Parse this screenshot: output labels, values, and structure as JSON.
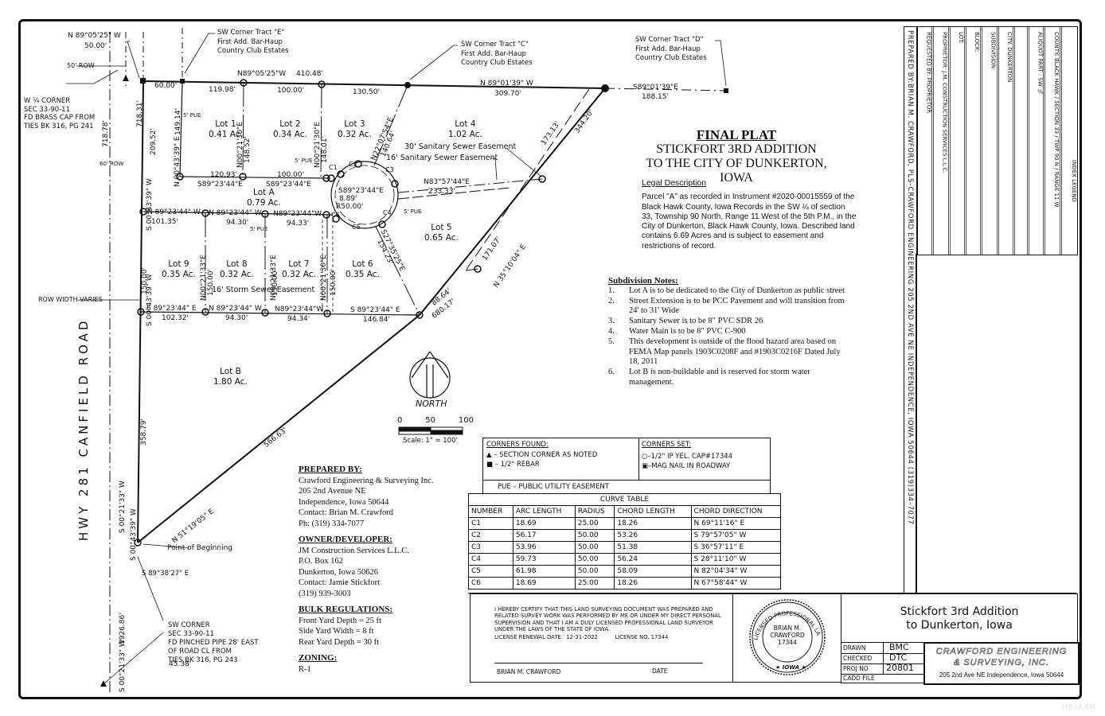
{
  "plat": {
    "title": "FINAL PLAT",
    "subtitle_1": "STICKFORT 3RD ADDITION",
    "subtitle_2": "TO THE CITY OF DUNKERTON, IOWA"
  },
  "legal_description": {
    "heading": "Legal Description",
    "text": "Parcel \"A\" as recorded in Instrument #2020-00015559 of the Black Hawk County, Iowa Records in the SW ¼ of section 33, Township 90 North, Range 11 West of the 5th P.M., in the City of Dunkerton, Black Hawk County, Iowa.  Described land contains 6.69 Acres and is subject to easement and restrictions of record."
  },
  "subdivision_notes": {
    "heading": "Subdivision Notes:",
    "items": [
      {
        "num": "1.",
        "text": "Lot A is to be dedicated to the City of Dunkerton as public street"
      },
      {
        "num": "2.",
        "text": "Street Extension is to be PCC Pavement and will transition from 24' to 31' Wide"
      },
      {
        "num": "3.",
        "text": "Sanitary Sewer is to be 8\" PVC SDR 26"
      },
      {
        "num": "4.",
        "text": "Water Main is to be 8\" PVC C-900"
      },
      {
        "num": "5.",
        "text": "This development is outside of the flood hazard area based on FEMA Map panels 1903C0208F and #1903C0216F Dated July 18, 2011"
      },
      {
        "num": "6.",
        "text": "Lot B is non-buildable and is reserved for storm water management."
      }
    ]
  },
  "prepared_by": {
    "heading": "PREPARED BY:",
    "lines": [
      "Crawford Engineering & Surveying Inc.",
      "205 2nd Avenue NE",
      "Independence, Iowa 50644",
      "Contact: Brian M. Crawford",
      "Ph: (319) 334-7077"
    ]
  },
  "owner_developer": {
    "heading": "OWNER/DEVELOPER:",
    "lines": [
      "JM Construction Services L.L.C.",
      "P.O. Box 162",
      "Dunkerton, Iowa 50626",
      "Contact: Jamie Stickfort",
      "(319) 939-3003"
    ]
  },
  "bulk_regulations": {
    "heading": "BULK REGULATIONS:",
    "lines": [
      "Front Yard Depth = 25 ft",
      "Side Yard Width = 8 ft",
      "Rear Yard Depth = 30 ft"
    ]
  },
  "zoning": {
    "heading": "ZONING:",
    "value": "R-1"
  },
  "legend": {
    "corners_found_heading": "CORNERS FOUND:",
    "corners_found": [
      "– SECTION CORNER AS NOTED",
      "– 1/2\" REBAR"
    ],
    "corners_set_heading": "CORNERS SET:",
    "corners_set": [
      "–1/2\" IP YEL. CAP#17344",
      "–MAG NAIL IN ROADWAY"
    ],
    "pue": "PUE – PUBLIC UTILITY EASEMENT"
  },
  "curve_table": {
    "title": "CURVE TABLE",
    "headers": [
      "NUMBER",
      "ARC LENGTH",
      "RADIUS",
      "CHORD LENGTH",
      "CHORD DIRECTION"
    ],
    "rows": [
      [
        "C1",
        "18.69",
        "25.00",
        "18.26",
        "N 69°11'16\" E"
      ],
      [
        "C2",
        "56.17",
        "50.00",
        "53.26",
        "S 79°57'05\" W"
      ],
      [
        "C3",
        "53.96",
        "50.00",
        "51.38",
        "S 36°57'11\" E"
      ],
      [
        "C4",
        "59.73",
        "50.00",
        "56.24",
        "S 28°11'10\" W"
      ],
      [
        "C5",
        "61.98",
        "50.00",
        "58.09",
        "N 82°04'34\" W"
      ],
      [
        "C6",
        "18.69",
        "25.00",
        "18.26",
        "N 67°58'44\" W"
      ]
    ]
  },
  "certification": {
    "text": "I HEREBY CERTIFY THAT THIS LAND SURVEYING DOCUMENT WAS PREPARED AND RELATED SURVEY WORK WAS PERFORMED BY ME OR UNDER MY DIRECT PERSONAL SUPERVISION AND THAT I AM A DULY LICENSED PROFESSIONAL LAND SURVEYOR UNDER THE LAWS OF THE STATE OF IOWA.",
    "renewal_label": "LICENSE RENEWAL DATE:",
    "renewal_date": "12-31-2022",
    "license_label": "LICENSE NO.",
    "license_no": "17344",
    "signer": "BRIAN M. CRAWFORD",
    "date_label": "DATE"
  },
  "seal": {
    "ring_text": "LICENSED PROFESSIONAL LAND SURVEYOR",
    "name_1": "BRIAN M.",
    "name_2": "CRAWFORD",
    "number": "17344",
    "state": "IOWA"
  },
  "title_block": {
    "project_1": "Stickfort 3rd Addition",
    "project_2": "to Dunkerton, Iowa",
    "drawn_label": "DRAWN",
    "drawn": "BMC",
    "checked_label": "CHECKED",
    "checked": "DTC",
    "proj_label": "PROJ NO",
    "proj": "20801",
    "cadd_label": "CADD FILE",
    "firm_1": "CRAWFORD   ENGINEERING",
    "firm_2": "& SURVEYING,   INC.",
    "firm_address": "205 2nd Ave NE Independence, Iowa  50644"
  },
  "index_legend": {
    "title": "INDEX  LEGEND",
    "rows": [
      "COUNTY: BLACK HAWK / SECTION 33 / TWP 90 N / RANGE 11 W",
      "ALIQUOT PART : SW ¼",
      "",
      "CITY: DUNKERTON",
      "SUBDIVISION:",
      "BLOCK:",
      "LOT:",
      "PROPRIETOR: J.M. CONSTRUCTION SERVICES L.L.C.",
      "REQUESTED BY: PROPRIETOR"
    ],
    "prepared_strip": "PREPARED BY:BRIAN M. CRAWFORD, PLS–CRAWFORD ENGINEERING 205 2ND AVE NE INDEPENDENCE, IOWA 50644 (319)334–7077"
  },
  "map": {
    "road_label": "HWY 281 CANFIELD ROAD",
    "row_width": "ROW WIDTH VARIES",
    "row_50": "50' ROW",
    "row_60": "60' ROW",
    "w_quarter_corner": [
      "W ¼ CORNER",
      "SEC 33-90-11",
      "FD BRASS CAP FROM",
      "TIES BK 316, PG 241"
    ],
    "sw_corner": [
      "SW CORNER",
      "SEC 33-90-11",
      "FD PINCHED PIPE 28' EAST",
      "OF ROAD CL FROM",
      "TIES BK 316, PG 243"
    ],
    "tract_e": [
      "SW Corner Tract \"E\"",
      "First Add. Bar-Haup",
      "Country Club Estates"
    ],
    "tract_c": [
      "SW Corner Tract \"C\"",
      "First Add. Bar-Haup",
      "Country Club Estates"
    ],
    "tract_d": [
      "SW Corner Tract \"D\"",
      "First Add. Bar-Haup",
      "Country Club Estates"
    ],
    "point_of_beginning": "Point of Beginning",
    "pob_bearing": "S 89°38'27\" E",
    "pob_dist": "45.38'",
    "north_label": "NORTH",
    "scale_ticks": [
      "0",
      "50",
      "100"
    ],
    "scale_label": "Scale:  1\" = 100'",
    "sanitary_30": "30' Sanitary Sewer Easement",
    "sanitary_16": "16' Sanitary Sewer Easement",
    "storm_16": "16' Storm Sewer Easement",
    "lots": [
      {
        "name": "Lot 1",
        "area": "0.41 Ac."
      },
      {
        "name": "Lot 2",
        "area": "0.34 Ac."
      },
      {
        "name": "Lot 3",
        "area": "0.32 Ac."
      },
      {
        "name": "Lot 4",
        "area": "1.02 Ac."
      },
      {
        "name": "Lot A",
        "area": "0.79 Ac."
      },
      {
        "name": "Lot 5",
        "area": "0.65 Ac."
      },
      {
        "name": "Lot 9",
        "area": "0.35 Ac."
      },
      {
        "name": "Lot 8",
        "area": "0.32 Ac."
      },
      {
        "name": "Lot 7",
        "area": "0.32 Ac."
      },
      {
        "name": "Lot 6",
        "area": "0.35 Ac."
      },
      {
        "name": "Lot B",
        "area": "1.80 Ac."
      }
    ]
  },
  "watermark": "HEIAAR"
}
